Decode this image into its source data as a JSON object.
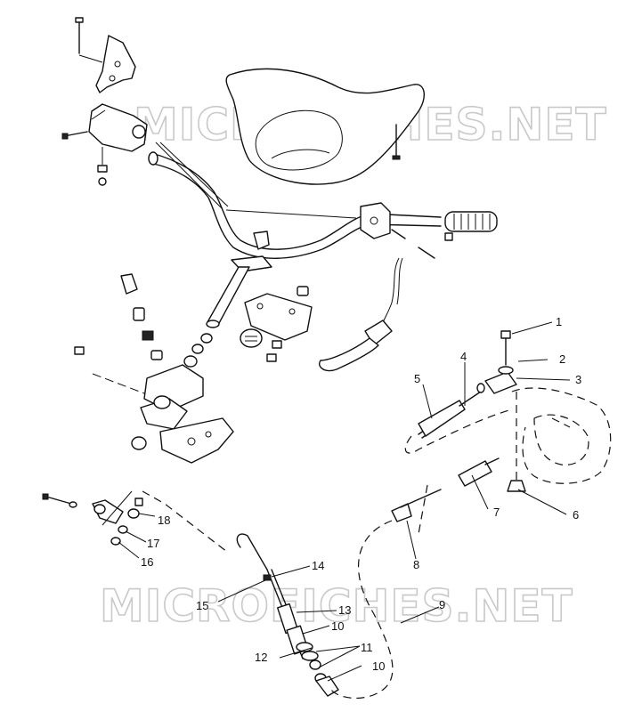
{
  "watermark": {
    "text": "MICROFICHES.NET"
  },
  "callouts": [
    {
      "n": "1"
    },
    {
      "n": "2"
    },
    {
      "n": "3"
    },
    {
      "n": "4"
    },
    {
      "n": "5"
    },
    {
      "n": "6"
    },
    {
      "n": "7"
    },
    {
      "n": "8"
    },
    {
      "n": "9"
    },
    {
      "n": "10"
    },
    {
      "n": "10"
    },
    {
      "n": "11"
    },
    {
      "n": "12"
    },
    {
      "n": "13"
    },
    {
      "n": "14"
    },
    {
      "n": "15"
    },
    {
      "n": "16"
    },
    {
      "n": "17"
    },
    {
      "n": "18"
    }
  ]
}
